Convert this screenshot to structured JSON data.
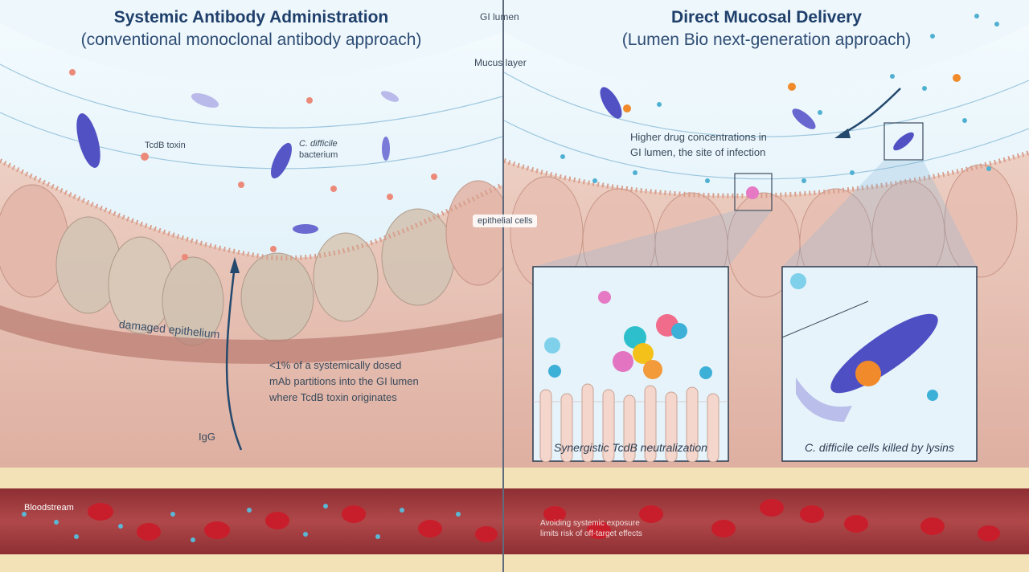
{
  "left": {
    "title": "Systemic Antibody Administration",
    "subtitle": "(conventional monoclonal antibody approach)",
    "labels": {
      "tcdb_toxin": "TcdB toxin",
      "c_difficile_line1": "C. difficile",
      "c_difficile_line2": "bacterium",
      "damaged_epithelium": "damaged epithelium",
      "partition_line1": "<1% of a systemically dosed",
      "partition_line2": "mAb partitions into the GI lumen",
      "partition_line3": "where TcdB toxin originates",
      "igg": "IgG",
      "bloodstream": "Bloodstream"
    }
  },
  "right": {
    "title": "Direct Mucosal Delivery",
    "subtitle": "(Lumen Bio next-generation approach)",
    "labels": {
      "higher_line1": "Higher drug concentrations in",
      "higher_line2": "GI lumen, the site of infection",
      "avoid_line1": "Avoiding systemic exposure",
      "avoid_line2": "limits risk of off-target effects"
    },
    "insets": [
      {
        "caption": "Synergistic TcdB neutralization"
      },
      {
        "caption": "C. difficile cells killed by lysins"
      }
    ]
  },
  "shared": {
    "gi_lumen": "GI lumen",
    "mucus_layer": "Mucus layer",
    "epithelial_cells": "epithelial cells"
  },
  "colors": {
    "title": "#1f3f6b",
    "lumen": "#dbeef8",
    "mucus": "#bfe0f0",
    "tissue": "#e7c2b6",
    "blood_vessel": "#a33a3a",
    "rbc": "#c81e2b",
    "bacterium": "#4f4fc4",
    "antibody": "#38a8c8"
  }
}
